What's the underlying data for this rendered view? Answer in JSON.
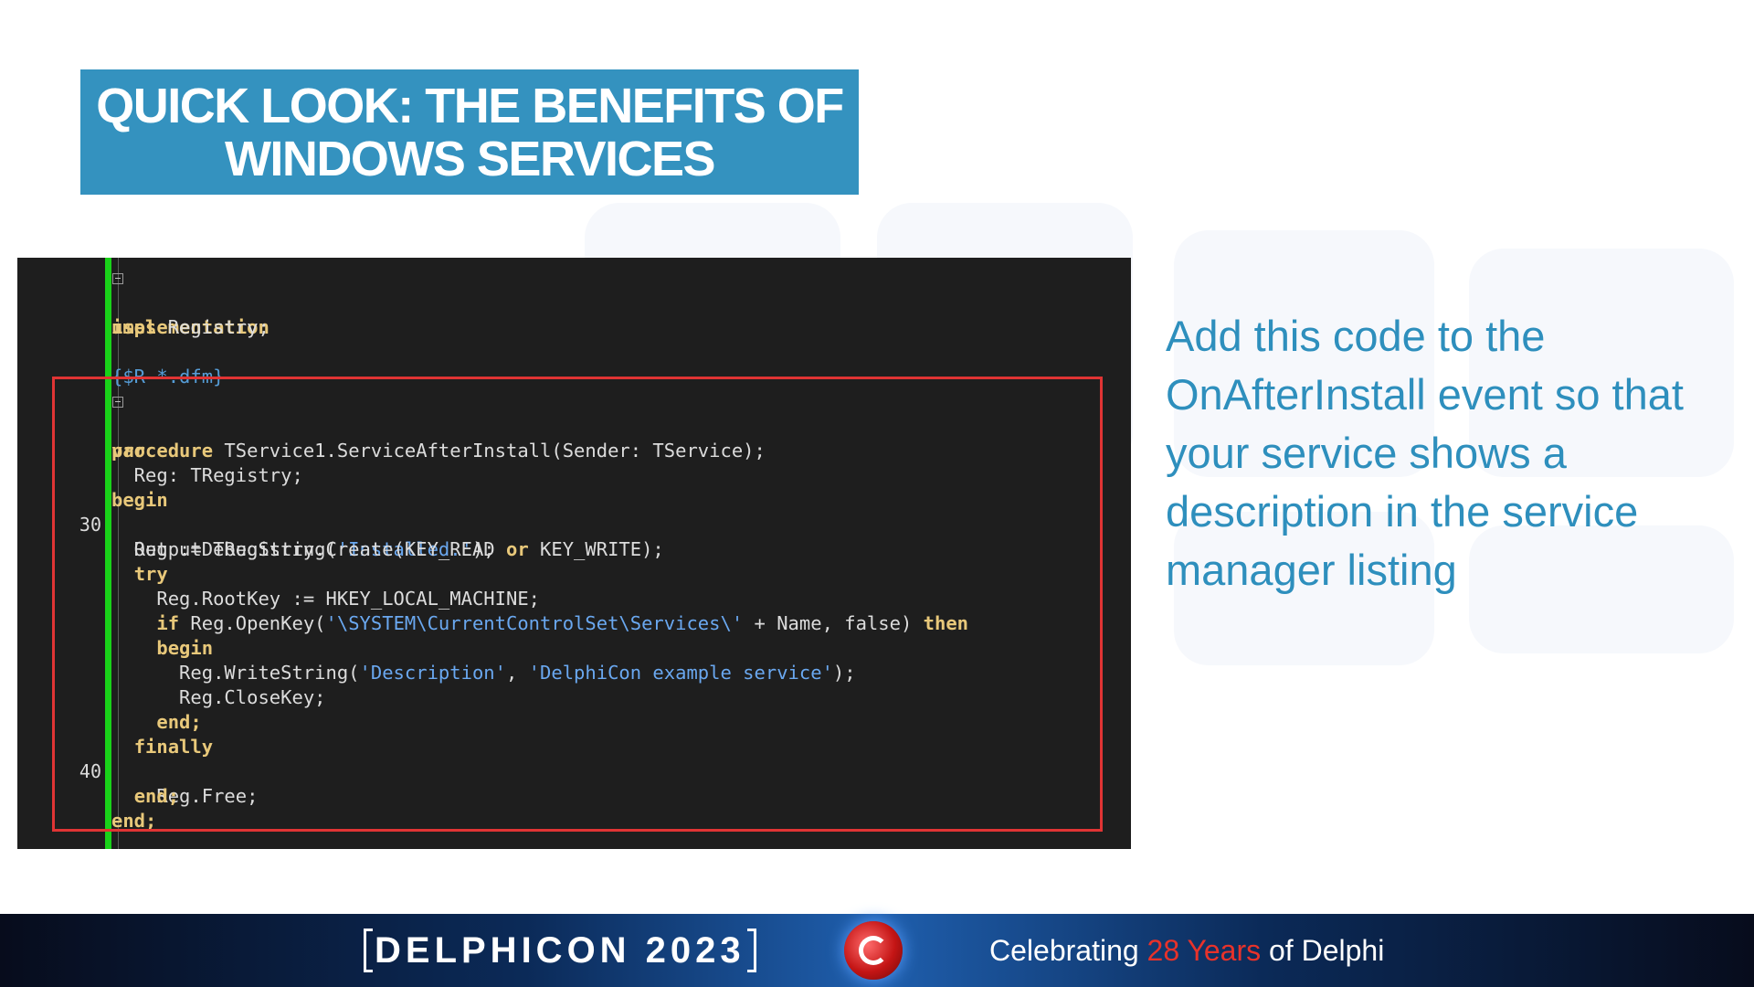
{
  "slide": {
    "title_line1": "QUICK LOOK: THE BENEFITS OF",
    "title_line2": "WINDOWS SERVICES",
    "description": "Add this code to the OnAfterInstall event so that your service shows a description in the service manager listing"
  },
  "code": {
    "line_numbers": {
      "n30": "30",
      "n40": "40"
    },
    "lines": {
      "implementation": "implementation",
      "uses_kw": "uses",
      "uses_rest": " Registry;",
      "resource": "{$R *.dfm}",
      "proc_kw": "procedure",
      "proc_rest": " TService1.ServiceAfterInstall(Sender: TService);",
      "var_kw": "var",
      "reg_decl": "  Reg: TRegistry;",
      "begin1": "begin",
      "odbg_pre": "  OutputDebugString(",
      "odbg_str": "'Installed.'",
      "odbg_post": ");",
      "create_pre": "  Reg := TRegistry.Create(KEY_READ ",
      "create_or": "or",
      "create_post": " KEY_WRITE);",
      "try_kw": "try",
      "rootkey": "    Reg.RootKey := HKEY_LOCAL_MACHINE;",
      "if_kw": "if",
      "openkey_pre": " Reg.OpenKey(",
      "openkey_str": "'\\SYSTEM\\CurrentControlSet\\Services\\'",
      "openkey_mid": " + Name, false) ",
      "then_kw": "then",
      "begin2": "begin",
      "ws_pre": "      Reg.WriteString(",
      "ws_str1": "'Description'",
      "ws_comma": ", ",
      "ws_str2": "'DelphiCon example service'",
      "ws_post": ");",
      "closekey": "      Reg.CloseKey;",
      "end_inner": "end;",
      "finally_kw": "finally",
      "free": "    Reg.Free;",
      "end_try": "end;",
      "end_proc": "end;"
    }
  },
  "footer": {
    "event_name": "DELPHICON 2023",
    "tagline_pre": "Celebrating ",
    "tagline_years": "28 Years",
    "tagline_post": " of Delphi"
  },
  "colors": {
    "title_bg": "#3492bf",
    "description_text": "#2e8fbd",
    "highlight_border": "#e03434",
    "code_bg": "#1e1e1e",
    "gutter_bar": "#19d219"
  }
}
